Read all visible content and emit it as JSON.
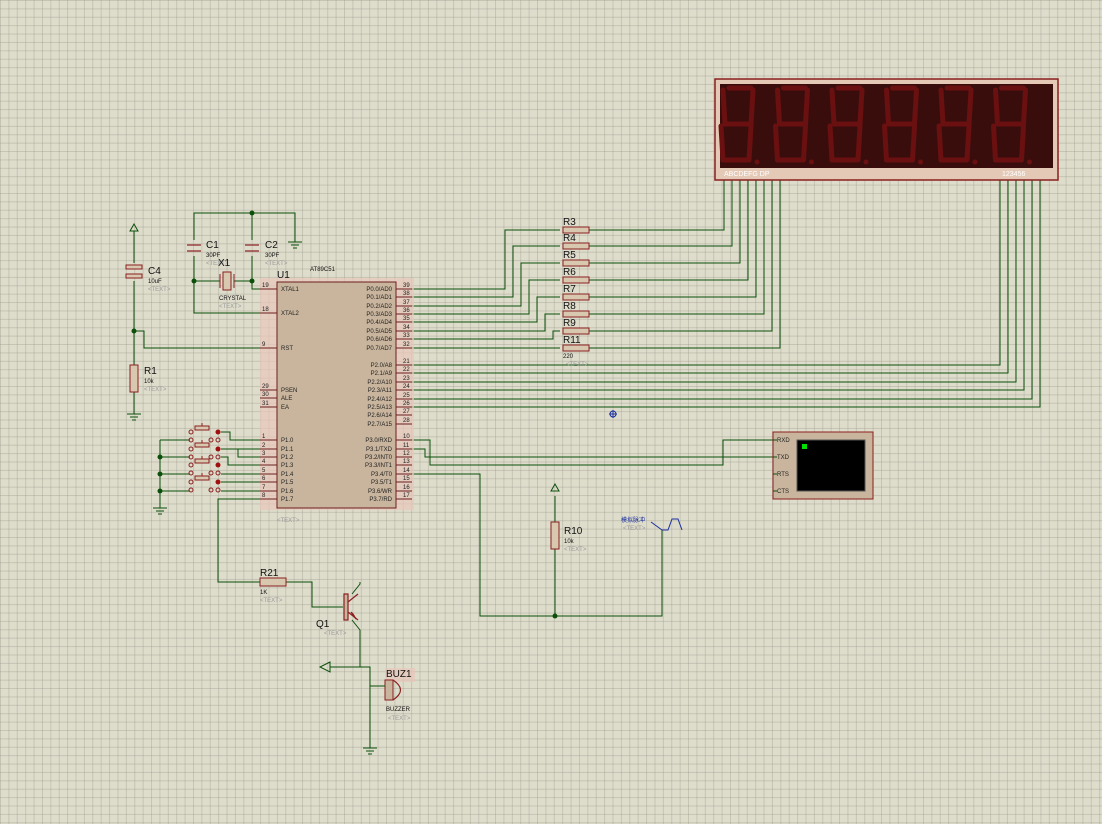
{
  "colors": {
    "background": "#dedccb",
    "wire": "#0b4f0b",
    "component_fill": "#c9b59d",
    "component_stroke": "#8a1f1f",
    "display_bg": "#3a0d0d",
    "display_segment_off": "#6a1010",
    "terminal_screen": "#000000",
    "terminal_cursor": "#00e000"
  },
  "display": {
    "segment_label": "ABCDEFG  DP",
    "digit_label": "123456",
    "digits": 6
  },
  "mcu": {
    "ref": "U1",
    "part": "AT89C51",
    "text_placeholder": "<TEXT>",
    "left_pins": [
      {
        "num": "19",
        "name": "XTAL1"
      },
      {
        "num": "18",
        "name": "XTAL2"
      },
      {
        "num": "9",
        "name": "RST"
      },
      {
        "num": "29",
        "name": "PSEN"
      },
      {
        "num": "30",
        "name": "ALE"
      },
      {
        "num": "31",
        "name": "EA"
      },
      {
        "num": "1",
        "name": "P1.0"
      },
      {
        "num": "2",
        "name": "P1.1"
      },
      {
        "num": "3",
        "name": "P1.2"
      },
      {
        "num": "4",
        "name": "P1.3"
      },
      {
        "num": "5",
        "name": "P1.4"
      },
      {
        "num": "6",
        "name": "P1.5"
      },
      {
        "num": "7",
        "name": "P1.6"
      },
      {
        "num": "8",
        "name": "P1.7"
      }
    ],
    "right_pins": [
      {
        "num": "39",
        "name": "P0.0/AD0"
      },
      {
        "num": "38",
        "name": "P0.1/AD1"
      },
      {
        "num": "37",
        "name": "P0.2/AD2"
      },
      {
        "num": "36",
        "name": "P0.3/AD3"
      },
      {
        "num": "35",
        "name": "P0.4/AD4"
      },
      {
        "num": "34",
        "name": "P0.5/AD5"
      },
      {
        "num": "33",
        "name": "P0.6/AD6"
      },
      {
        "num": "32",
        "name": "P0.7/AD7"
      },
      {
        "num": "21",
        "name": "P2.0/A8"
      },
      {
        "num": "22",
        "name": "P2.1/A9"
      },
      {
        "num": "23",
        "name": "P2.2/A10"
      },
      {
        "num": "24",
        "name": "P2.3/A11"
      },
      {
        "num": "25",
        "name": "P2.4/A12"
      },
      {
        "num": "26",
        "name": "P2.5/A13"
      },
      {
        "num": "27",
        "name": "P2.6/A14"
      },
      {
        "num": "28",
        "name": "P2.7/A15"
      },
      {
        "num": "10",
        "name": "P3.0/RXD"
      },
      {
        "num": "11",
        "name": "P3.1/TXD"
      },
      {
        "num": "12",
        "name": "P3.2/INT0"
      },
      {
        "num": "13",
        "name": "P3.3/INT1"
      },
      {
        "num": "14",
        "name": "P3.4/T0"
      },
      {
        "num": "15",
        "name": "P3.5/T1"
      },
      {
        "num": "16",
        "name": "P3.6/WR"
      },
      {
        "num": "17",
        "name": "P3.7/RD"
      }
    ]
  },
  "resistor_array": {
    "labels": [
      "R3",
      "R4",
      "R5",
      "R6",
      "R7",
      "R8",
      "R9",
      "R11"
    ],
    "value": "220",
    "text_placeholder": "<TEXT>"
  },
  "components": {
    "c1": {
      "ref": "C1",
      "value": "30PF",
      "text": "<TEXT>"
    },
    "c2": {
      "ref": "C2",
      "value": "30PF",
      "text": "<TEXT>"
    },
    "x1": {
      "ref": "X1",
      "value": "CRYSTAL",
      "text": "<TEXT>"
    },
    "c4": {
      "ref": "C4",
      "value": "10uF",
      "text": "<TEXT>"
    },
    "r1": {
      "ref": "R1",
      "value": "10k",
      "text": "<TEXT>"
    },
    "r10": {
      "ref": "R10",
      "value": "10k",
      "text": "<TEXT>"
    },
    "r21": {
      "ref": "R21",
      "value": "1K",
      "text": "<TEXT>"
    },
    "q1": {
      "ref": "Q1",
      "text": "<TEXT>"
    },
    "buz1": {
      "ref": "BUZ1",
      "value": "BUZZER",
      "text": "<TEXT>"
    },
    "generator": {
      "label": "模拟脉冲",
      "text": "<TEXT>"
    }
  },
  "terminal": {
    "pins": [
      "RXD",
      "TXD",
      "RTS",
      "CTS"
    ]
  }
}
